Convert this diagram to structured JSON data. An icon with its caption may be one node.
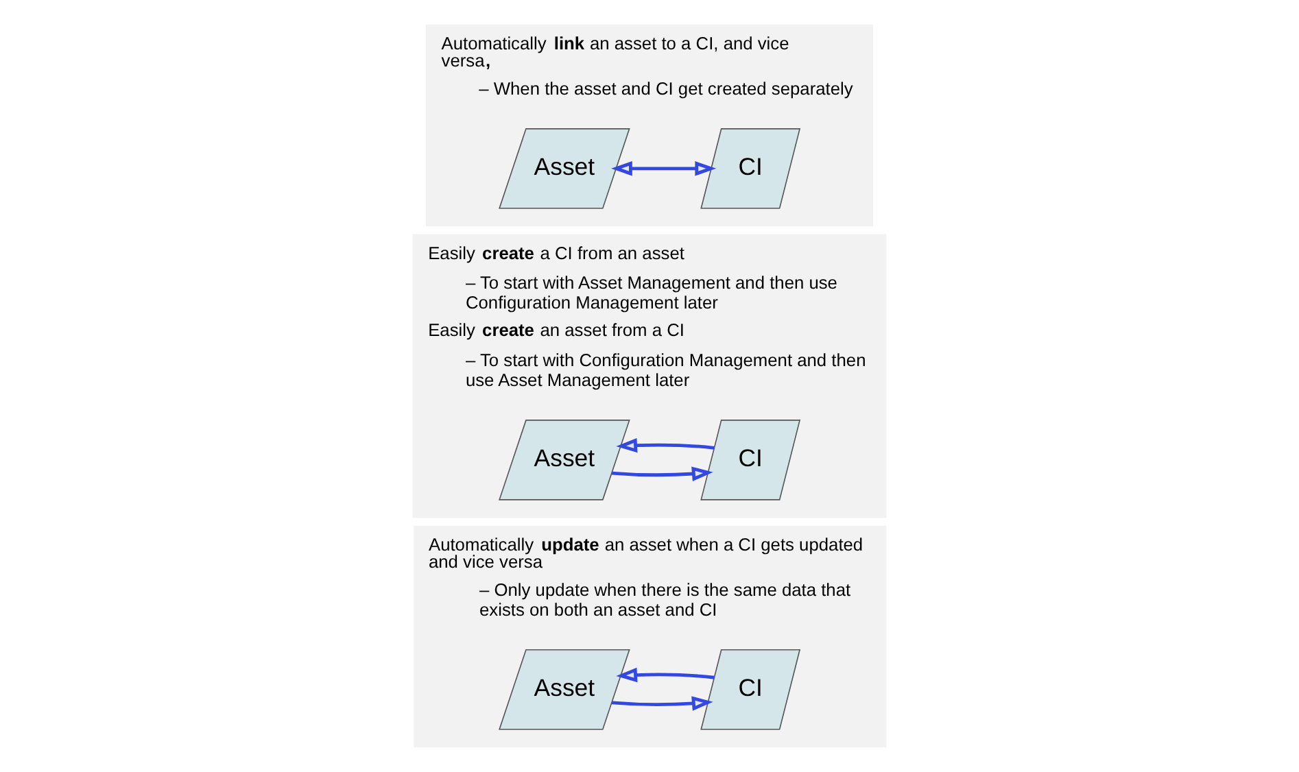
{
  "diagram": {
    "nodes": [
      {
        "text": [
          "Automatically **link** an asset to a CI, and vice versa**,**",
          "– When the asset and CI get created separately"
        ]
      },
      {
        "text": [
          "Asset"
        ],
        "in": 0
      },
      {
        "text": [
          "CI"
        ],
        "in": 0
      },
      {
        "text": [
          "Easily **create** a CI from an asset",
          "– To start with Asset Management and then use Configuration Management later",
          "Easily **create** an asset from a CI",
          "– To start with Configuration Management and then use Asset Management later"
        ]
      },
      {
        "text": [
          "Asset"
        ],
        "in": 3
      },
      {
        "text": [
          "CI"
        ],
        "in": 3
      },
      {
        "text": [
          "Automatically **update** an asset when a CI gets updated and vice versa",
          "– Only update when there is the same data that exists on both an asset and CI"
        ]
      },
      {
        "text": [
          "Asset"
        ],
        "in": 6
      },
      {
        "text": [
          "CI"
        ],
        "in": 6
      }
    ],
    "edges": [
      {
        "from": 1,
        "to": 2,
        "arrow": "both"
      },
      {
        "from": 4,
        "to": 5,
        "arrow": "to"
      },
      {
        "from": 5,
        "to": 4,
        "arrow": "to"
      },
      {
        "from": 7,
        "to": 8,
        "arrow": "to"
      },
      {
        "from": 8,
        "to": 7,
        "arrow": "to"
      }
    ]
  }
}
